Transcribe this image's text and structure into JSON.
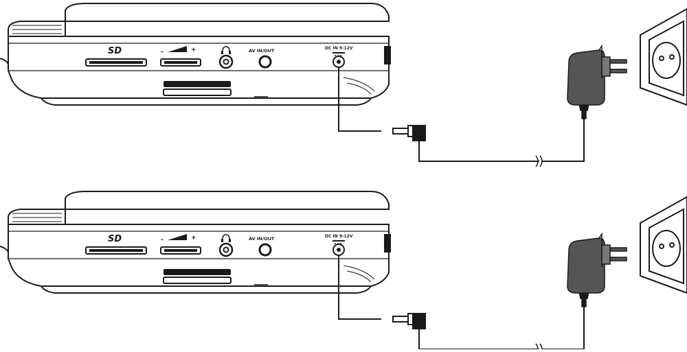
{
  "diagram": {
    "panels": [
      {
        "device_ports": {
          "card_slot_logo": "SD",
          "volume_label": "-",
          "volume_plus": "+",
          "headphone_icon": "headphone-icon",
          "av_label": "AV IN/OUT",
          "dc_label": "DC IN 9-12V"
        }
      },
      {
        "device_ports": {
          "card_slot_logo": "SD",
          "volume_label": "-",
          "volume_plus": "+",
          "headphone_icon": "headphone-icon",
          "av_label": "AV IN/OUT",
          "dc_label": "DC IN 9-12V"
        }
      }
    ],
    "colors": {
      "line": "#1a1a1a",
      "adapter_fill": "#555555",
      "outlet_fill": "#ffffff"
    }
  }
}
